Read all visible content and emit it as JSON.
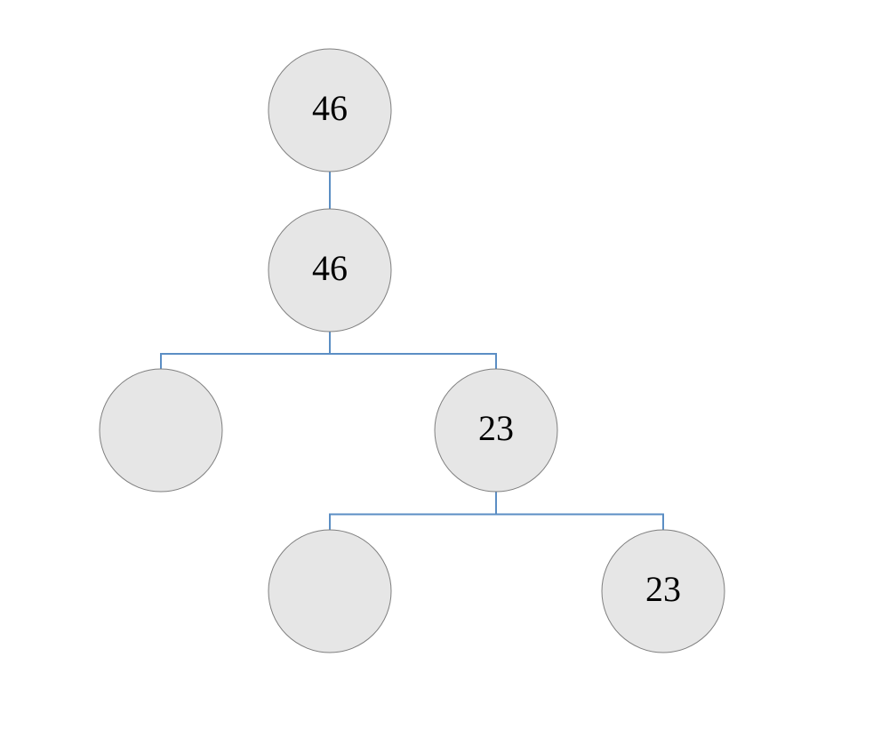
{
  "tree": {
    "nodes": [
      {
        "id": "n1",
        "label": "46"
      },
      {
        "id": "n2",
        "label": "46"
      },
      {
        "id": "n3",
        "label": ""
      },
      {
        "id": "n4",
        "label": "23"
      },
      {
        "id": "n5",
        "label": ""
      },
      {
        "id": "n6",
        "label": "23"
      }
    ],
    "edges": [
      {
        "from": "n1",
        "to": "n2"
      },
      {
        "from": "n2",
        "to": "n3"
      },
      {
        "from": "n2",
        "to": "n4"
      },
      {
        "from": "n4",
        "to": "n5"
      },
      {
        "from": "n4",
        "to": "n6"
      }
    ]
  },
  "colors": {
    "node_fill": "#e6e6e6",
    "node_stroke": "#7f7f7f",
    "connector": "#5b8ec4",
    "background": "#ffffff"
  }
}
